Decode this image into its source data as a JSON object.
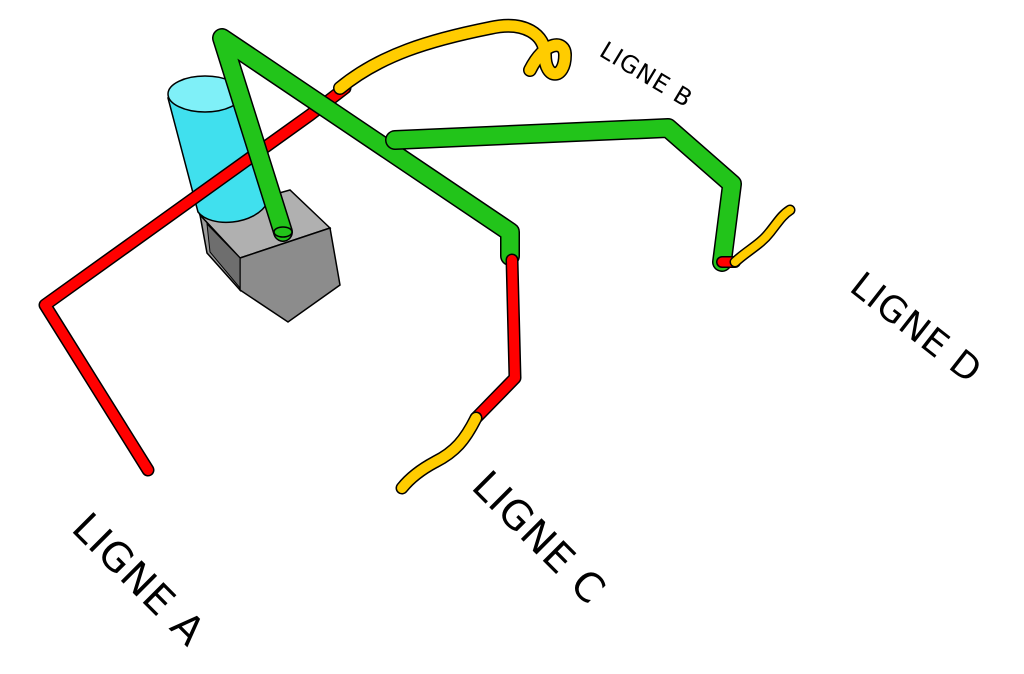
{
  "labels": {
    "a": "LIGNE A",
    "b": "LIGNE B",
    "c": "LIGNE C",
    "d": "LIGNE D"
  },
  "colors": {
    "red": "#ff0000",
    "green": "#22c41a",
    "yellow": "#ffcc00",
    "cyan": "#40e0ee",
    "box": "#8c8c8c"
  }
}
